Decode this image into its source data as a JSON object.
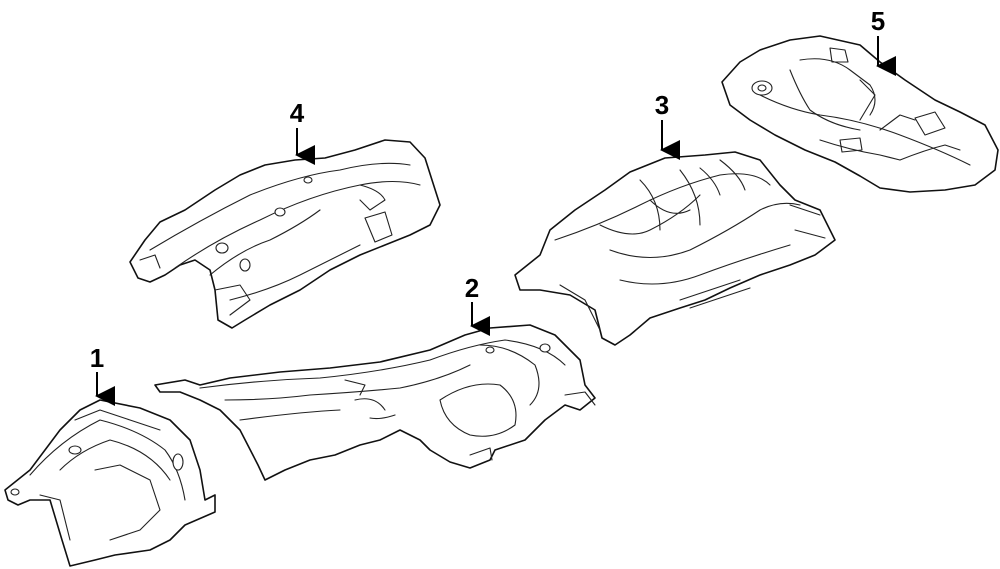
{
  "callouts": [
    {
      "id": "1",
      "label": "1",
      "part": "heat-shield-front"
    },
    {
      "id": "2",
      "label": "2",
      "part": "heat-shield-center"
    },
    {
      "id": "3",
      "label": "3",
      "part": "heat-shield-floor"
    },
    {
      "id": "4",
      "label": "4",
      "part": "heat-shield-upper"
    },
    {
      "id": "5",
      "label": "5",
      "part": "heat-shield-rear"
    }
  ]
}
